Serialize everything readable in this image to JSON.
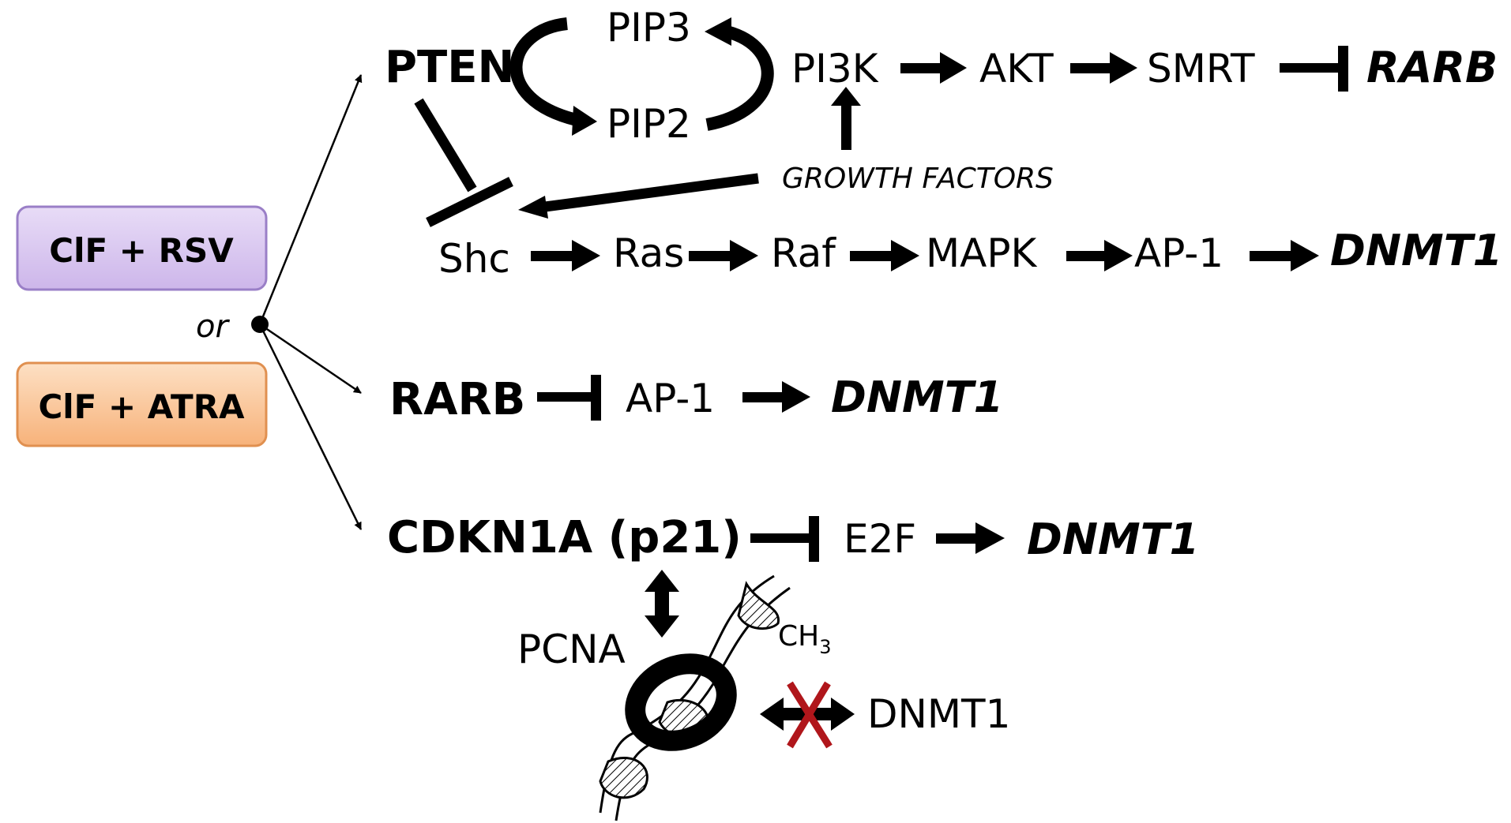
{
  "treatments": {
    "rsv": "ClF + RSV",
    "atra": "ClF + ATRA",
    "connector": "or"
  },
  "pten_pathway": {
    "pten": "PTEN",
    "pip3": "PIP3",
    "pip2": "PIP2",
    "pi3k": "PI3K",
    "akt": "AKT",
    "smrt": "SMRT",
    "rarb_target": "RARB",
    "growth_factors": "GROWTH FACTORS"
  },
  "mapk_pathway": {
    "shc": "Shc",
    "ras": "Ras",
    "raf": "Raf",
    "mapk": "MAPK",
    "ap1": "AP-1",
    "dnmt1_target": "DNMT1"
  },
  "rarb_pathway": {
    "rarb": "RARB",
    "ap1": "AP-1",
    "dnmt1_target": "DNMT1"
  },
  "cdkn1a_pathway": {
    "cdkn1a": "CDKN1A (p21)",
    "e2f": "E2F",
    "dnmt1_target": "DNMT1",
    "pcna": "PCNA",
    "ch3": "CH",
    "ch3_sub": "3",
    "dnmt1_blocked": "DNMT1"
  },
  "colors": {
    "rsv_fill": "#dcc8f0",
    "rsv_stroke": "#9a7fc7",
    "atra_fill": "#fbc99a",
    "atra_stroke": "#e09050",
    "blocked_x": "#b0161b"
  }
}
